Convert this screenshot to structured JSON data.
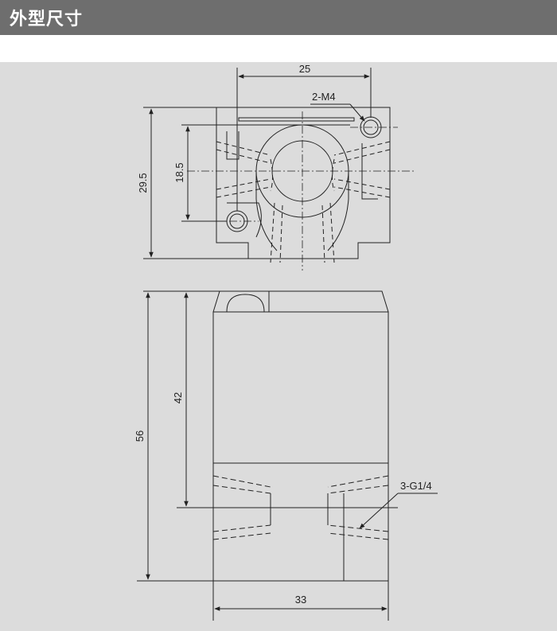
{
  "header": {
    "title": "外型尺寸",
    "bar_color": "#6e6e6e"
  },
  "drawing": {
    "background": "#dcdcdc",
    "line_color": "#222222",
    "top_view": {
      "dim_width": "25",
      "dim_height_outer": "29.5",
      "dim_height_inner": "18.5",
      "hole_label": "2-M4"
    },
    "front_view": {
      "dim_height_total": "56",
      "dim_height_inner": "42",
      "dim_width": "33",
      "port_label": "3-G1/4"
    }
  }
}
